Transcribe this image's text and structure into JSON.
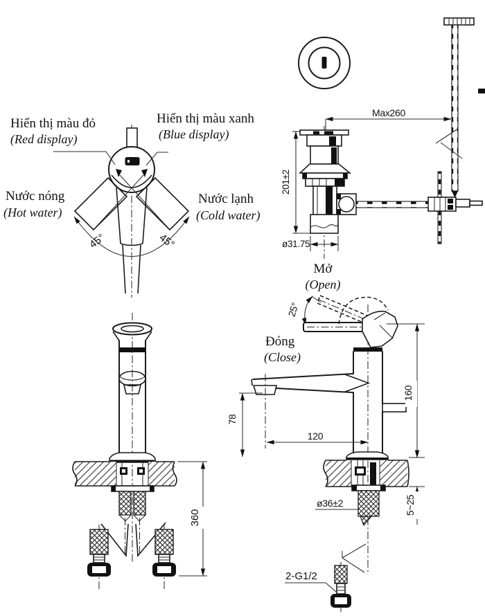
{
  "labels": {
    "red_vi": "Hiển thị màu đỏ",
    "red_en": "(Red display)",
    "blue_vi": "Hiển thị màu xanh",
    "blue_en": "(Blue display)",
    "hot_vi": "Nước nóng",
    "hot_en": "(Hot water)",
    "cold_vi": "Nước lạnh",
    "cold_en": "(Cold water)",
    "open_vi": "Mở",
    "open_en": "(Open)",
    "close_vi": "Đóng",
    "close_en": "(Close)"
  },
  "dims": {
    "swing_left": "45°",
    "swing_right": "45°",
    "max_reach": "Max260",
    "drain_height": "201±2",
    "drain_dia": "ø31.75",
    "handle_angle": "25°",
    "spout_height": "78",
    "spout_reach": "120",
    "total_height": "160",
    "hole_dia": "ø36±2",
    "deck_thickness": "5~25",
    "hose_length": "360",
    "thread": "2-G1/2"
  }
}
